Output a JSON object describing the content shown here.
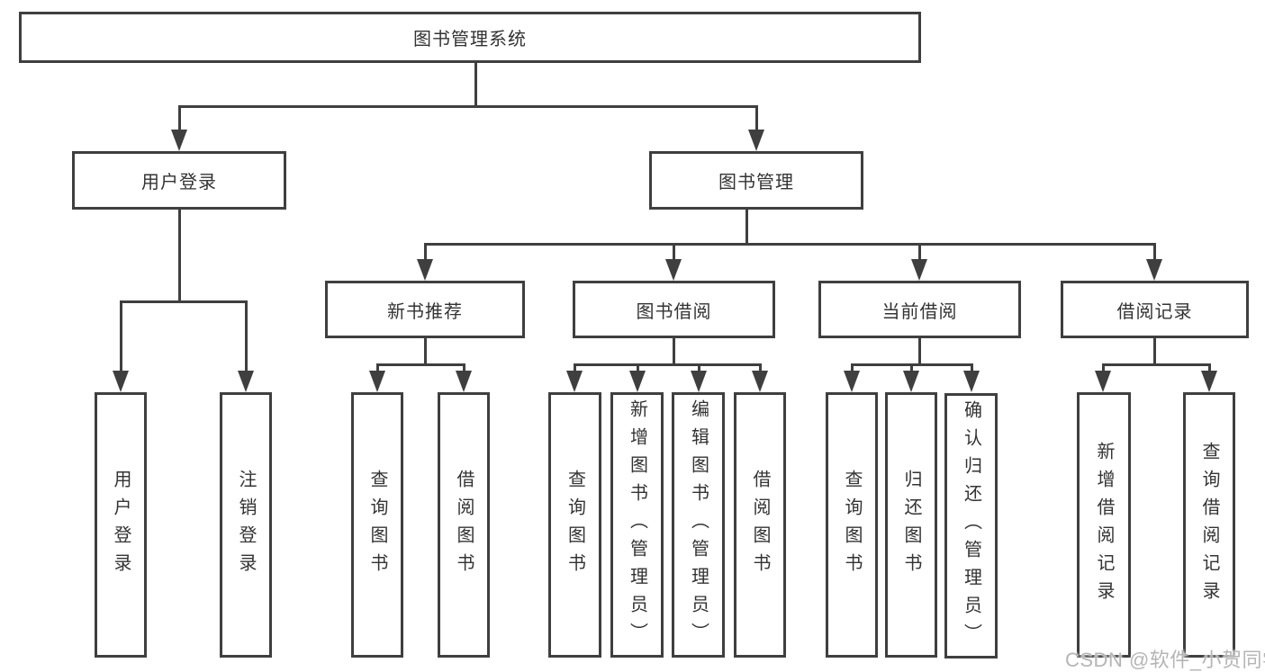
{
  "tree": {
    "label": "图书管理系统",
    "children": [
      {
        "label": "用户登录",
        "children": [
          {
            "label": "用户登录"
          },
          {
            "label": "注销登录"
          }
        ]
      },
      {
        "label": "图书管理",
        "children": [
          {
            "label": "新书推荐",
            "children": [
              {
                "label": "查询图书"
              },
              {
                "label": "借阅图书"
              }
            ]
          },
          {
            "label": "图书借阅",
            "children": [
              {
                "label": "查询图书"
              },
              {
                "label": "新增图书（管理员）"
              },
              {
                "label": "编辑图书（管理员）"
              },
              {
                "label": "借阅图书"
              }
            ]
          },
          {
            "label": "当前借阅",
            "children": [
              {
                "label": "查询图书"
              },
              {
                "label": "归还图书"
              },
              {
                "label": "确认归还（管理员）"
              }
            ]
          },
          {
            "label": "借阅记录",
            "children": [
              {
                "label": "新增借阅记录"
              },
              {
                "label": "查询借阅记录"
              }
            ]
          }
        ]
      }
    ]
  },
  "watermark": {
    "text": "CSDN @软件_小贺同学"
  },
  "colors": {
    "line": "#3f3f3f",
    "text": "#333333",
    "watermark": "#b5b5b5",
    "background": "#ffffff"
  }
}
